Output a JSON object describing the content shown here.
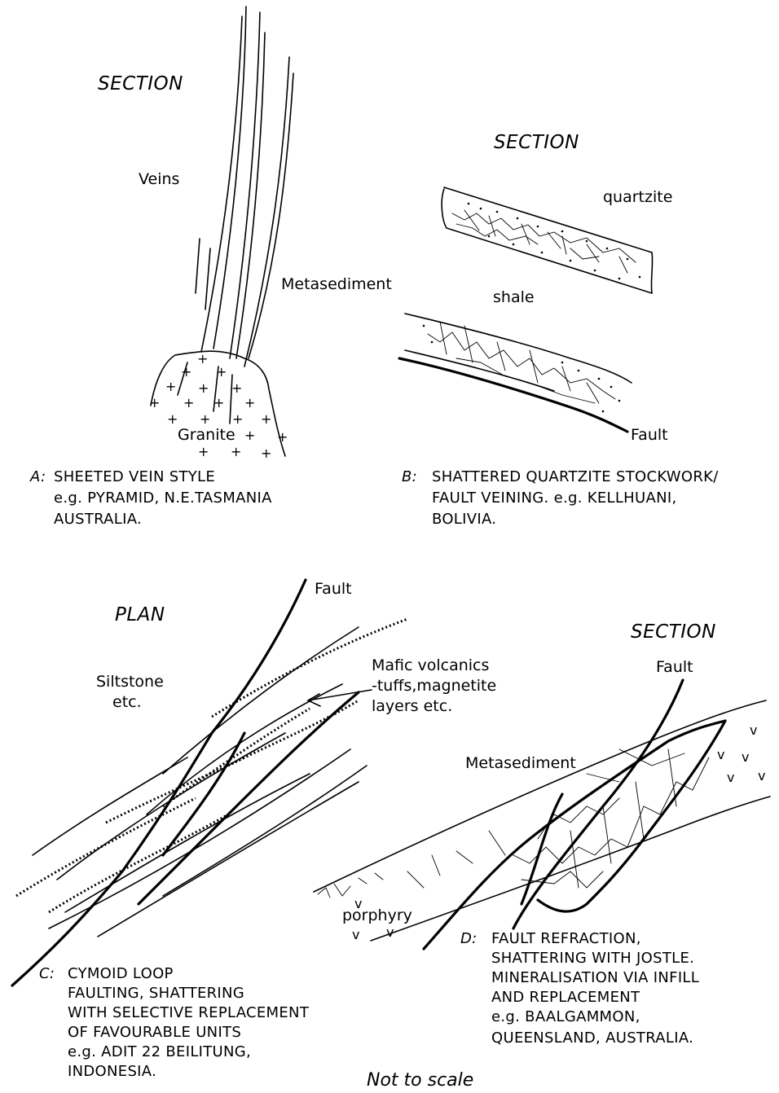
{
  "panelA": {
    "title": "SECTION",
    "labels": {
      "veins": "Veins",
      "metasediment": "Metasediment",
      "granite": "Granite"
    },
    "caption": {
      "letter": "A:",
      "lines": [
        "SHEETED VEIN STYLE",
        "e.g. PYRAMID, N.E.TASMANIA",
        "AUSTRALIA."
      ]
    }
  },
  "panelB": {
    "title": "SECTION",
    "labels": {
      "quartzite": "quartzite",
      "shale": "shale",
      "fault": "Fault"
    },
    "caption": {
      "letter": "B:",
      "lines": [
        "SHATTERED QUARTZITE STOCKWORK/",
        "FAULT VEINING. e.g. KELLHUANI,",
        "BOLIVIA."
      ]
    }
  },
  "panelC": {
    "title": "PLAN",
    "labels": {
      "fault": "Fault",
      "siltstone": [
        "Siltstone",
        "etc."
      ],
      "mafic": [
        "Mafic volcanics",
        "-tuffs,magnetite",
        "layers etc."
      ]
    },
    "caption": {
      "letter": "C:",
      "lines": [
        "CYMOID LOOP",
        "FAULTING, SHATTERING",
        "WITH SELECTIVE REPLACEMENT",
        "OF FAVOURABLE UNITS",
        "e.g. ADIT 22 BEILITUNG,",
        "INDONESIA."
      ]
    }
  },
  "panelD": {
    "title": "SECTION",
    "labels": {
      "fault": "Fault",
      "metasediment": "Metasediment",
      "porphyry": "porphyry"
    },
    "caption": {
      "letter": "D:",
      "lines": [
        "FAULT REFRACTION,",
        "SHATTERING WITH JOSTLE.",
        "MINERALISATION VIA INFILL",
        "AND REPLACEMENT",
        "e.g. BAALGAMMON,",
        "QUEENSLAND, AUSTRALIA."
      ]
    }
  },
  "footer": {
    "note": "Not to scale"
  }
}
